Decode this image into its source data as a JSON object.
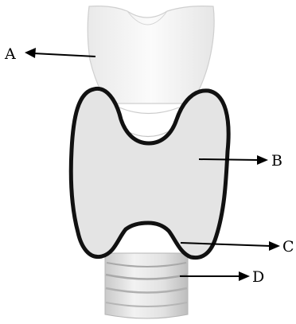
{
  "labels": {
    "a": "A",
    "b": "B",
    "c": "C",
    "d": "D"
  },
  "colors": {
    "outline": "#111111",
    "gland_fill": "#e4e4e4",
    "gland_speckle": "#9a9a9a",
    "larynx_fill": "#f4f4f4",
    "trachea_fill": "#dcdcdc"
  }
}
